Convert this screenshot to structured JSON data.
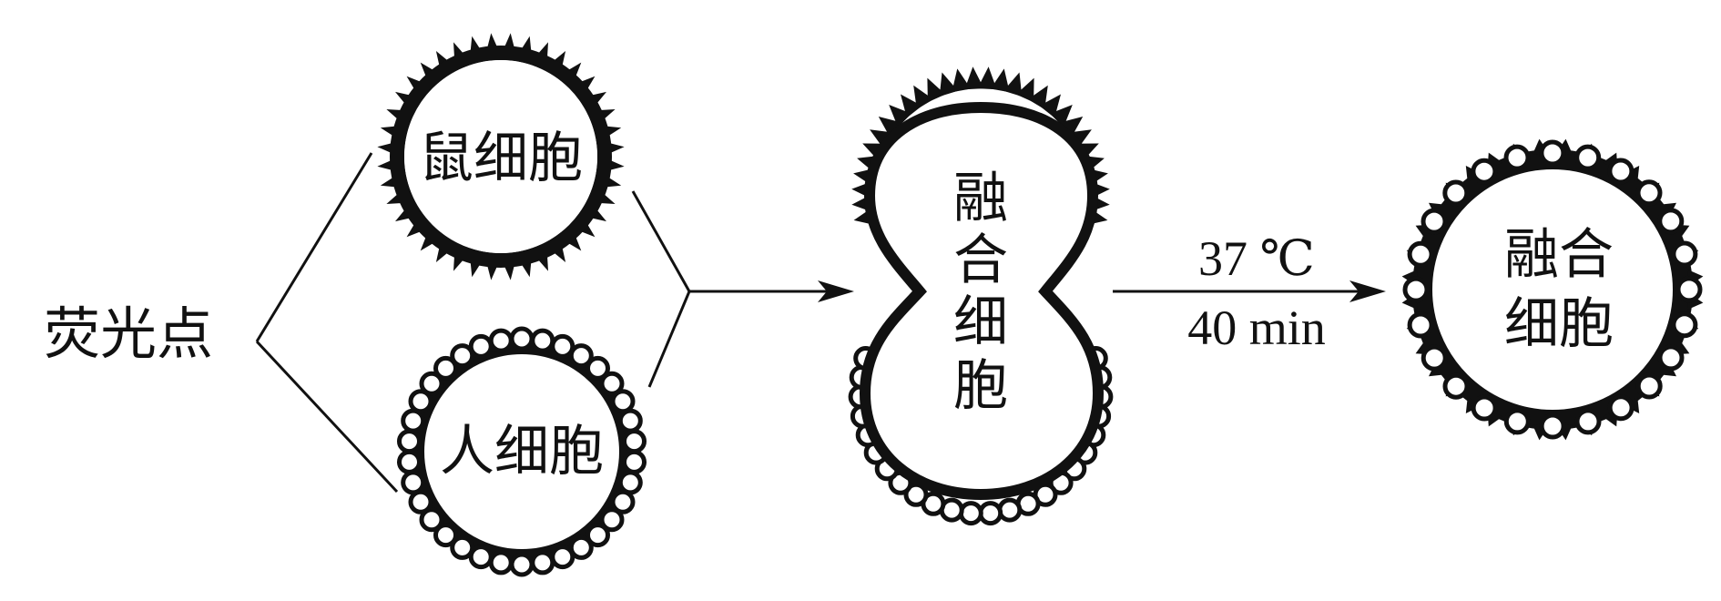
{
  "labels": {
    "fluorescent_dot": "荧光点",
    "mouse_cell": "鼠细胞",
    "human_cell": "人细胞",
    "fused_cell_middle": [
      "融",
      "合",
      "细",
      "胞"
    ],
    "fused_cell_final": [
      "融合",
      "细胞"
    ]
  },
  "condition": {
    "temperature": "37 ℃",
    "time": "40 min"
  },
  "colors": {
    "ink": "#111111",
    "background": "#ffffff"
  }
}
